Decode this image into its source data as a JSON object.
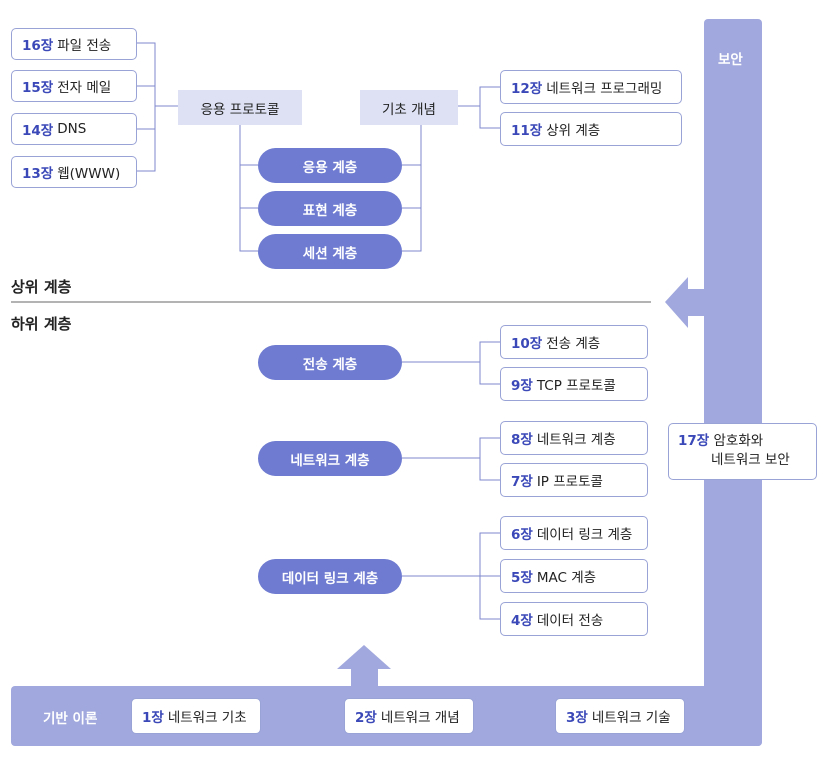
{
  "security": {
    "label": "보안",
    "chapter": {
      "num": "17장",
      "line1": "암호화와",
      "line2": "네트워크 보안"
    }
  },
  "upper": {
    "heading": "상위 계층",
    "app_protocol": "응용 프로토콜",
    "basic_concept": "기초 개념",
    "app_chapters": [
      {
        "num": "16장",
        "title": "파일 전송"
      },
      {
        "num": "15장",
        "title": "전자 메일"
      },
      {
        "num": "14장",
        "title": "DNS"
      },
      {
        "num": "13장",
        "title": "웹(WWW)"
      }
    ],
    "concept_chapters": [
      {
        "num": "12장",
        "title": "네트워크 프로그래밍"
      },
      {
        "num": "11장",
        "title": "상위 계층"
      }
    ],
    "layers": [
      "응용 계층",
      "표현 계층",
      "세션 계층"
    ]
  },
  "lower": {
    "heading": "하위 계층",
    "groups": [
      {
        "layer": "전송 계층",
        "chapters": [
          {
            "num": "10장",
            "title": "전송 계층"
          },
          {
            "num": "9장",
            "title": "TCP 프로토콜"
          }
        ]
      },
      {
        "layer": "네트워크 계층",
        "chapters": [
          {
            "num": "8장",
            "title": "네트워크 계층"
          },
          {
            "num": "7장",
            "title": "IP 프로토콜"
          }
        ]
      },
      {
        "layer": "데이터 링크 계층",
        "chapters": [
          {
            "num": "6장",
            "title": "데이터 링크 계층"
          },
          {
            "num": "5장",
            "title": "MAC 계층"
          },
          {
            "num": "4장",
            "title": "데이터 전송"
          }
        ]
      }
    ]
  },
  "foundation": {
    "label": "기반 이론",
    "chapters": [
      {
        "num": "1장",
        "title": "네트워크 기초"
      },
      {
        "num": "2장",
        "title": "네트워크 개념"
      },
      {
        "num": "3장",
        "title": "네트워크 기술"
      }
    ]
  },
  "colors": {
    "band": "#a0a8dd",
    "layer_pill": "#6e7bd0",
    "concept_box": "#dde1f3",
    "chapter_number": "#3b49b8",
    "connector": "#7f89cc"
  }
}
